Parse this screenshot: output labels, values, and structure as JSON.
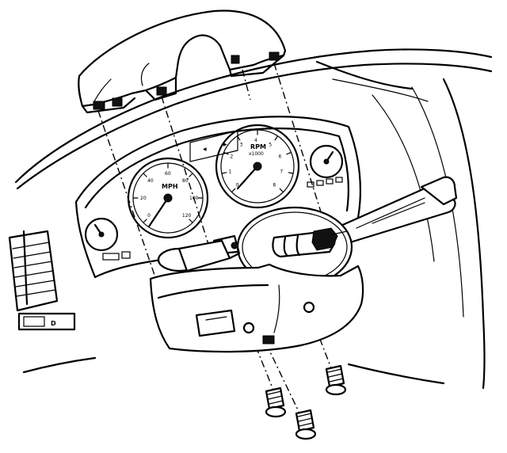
{
  "gauges": {
    "speedometer": {
      "unit_label": "MPH",
      "scale": [
        "0",
        "20",
        "40",
        "60",
        "80",
        "100",
        "120"
      ]
    },
    "tachometer": {
      "unit_label": "RPM",
      "multiplier": "x1000",
      "scale": [
        "0",
        "1",
        "2",
        "3",
        "4",
        "5",
        "6",
        "7",
        "8"
      ]
    }
  },
  "shifter": {
    "indicator": "D"
  }
}
